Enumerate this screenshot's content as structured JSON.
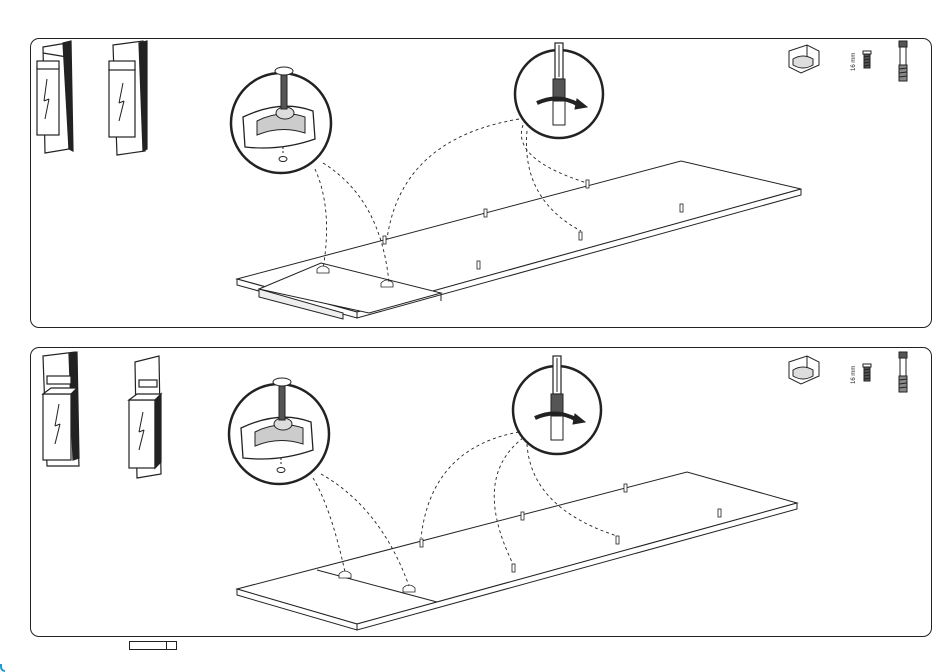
{
  "steps": [
    {
      "id": "top",
      "hardware": {
        "screw_length_label": "16 mm"
      },
      "icons": [
        "bracket-clip-icon",
        "screw-icon",
        "connector-bolt-icon",
        "screwdriver-icon",
        "cabinet-icon"
      ]
    },
    {
      "id": "bottom",
      "hardware": {
        "screw_length_label": "16 mm"
      },
      "icons": [
        "bracket-clip-icon",
        "screw-icon",
        "connector-bolt-icon",
        "screwdriver-icon",
        "cabinet-icon"
      ]
    }
  ],
  "colors": {
    "line": "#222222",
    "fill": "#ffffff",
    "shade": "#d9d9d9",
    "corner_mark": "#1a9bd7"
  }
}
